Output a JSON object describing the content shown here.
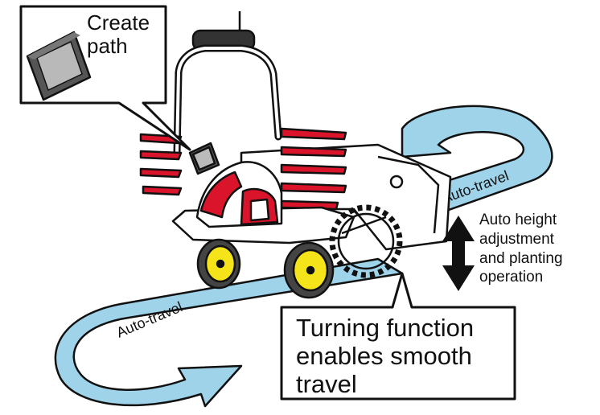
{
  "callouts": {
    "create_path": {
      "line1": "Create",
      "line2": "path"
    },
    "turning": {
      "line1": "Turning function",
      "line2": "enables smooth",
      "line3": "travel"
    },
    "height": {
      "line1": "Auto height",
      "line2": "adjustment",
      "line3": "and planting",
      "line4": "operation"
    }
  },
  "path_labels": {
    "upper": "Auto-travel",
    "lower": "Auto-travel"
  },
  "colors": {
    "path_fill": "#9fd3ea",
    "machine_red": "#d9142b",
    "wheel_yellow": "#f5e41a",
    "outline": "#111111"
  },
  "icons": [
    "gps-antenna-icon",
    "tablet-icon",
    "double-arrow-icon",
    "turn-arrow-icon"
  ]
}
